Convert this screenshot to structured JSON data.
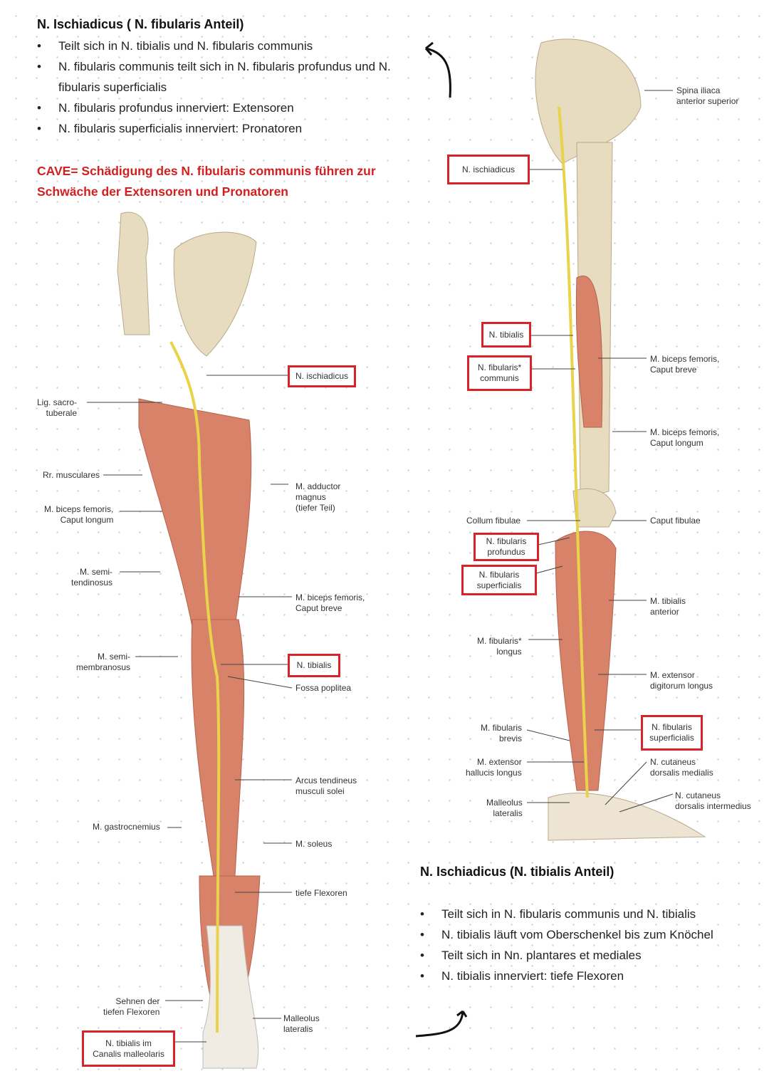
{
  "fibularis_section": {
    "title": "N. Ischiadicus ( N. fibularis Anteil)",
    "bullets": [
      "Teilt sich in N. tibialis und N. fibularis communis",
      "N. fibularis communis teilt sich in N. fibularis profundus und N. fibularis superficialis",
      "N. fibularis profundus innerviert: Extensoren",
      "N. fibularis superficialis innerviert: Pronatoren"
    ],
    "cave": "CAVE= Schädigung des N. fibularis communis führen zur Schwäche der Extensoren und Pronatoren"
  },
  "tibialis_section": {
    "title": "N. Ischiadicus (N. tibialis Anteil)",
    "bullets": [
      "Teilt sich in N. fibularis communis und N. tibialis",
      "N. tibialis läuft vom Oberschenkel bis zum Knöchel",
      "Teilt sich in Nn. plantares et mediales",
      "N. tibialis innerviert: tiefe Flexoren"
    ]
  },
  "left_figure": {
    "labels": {
      "lig_sacro": "Lig. sacro-\ntuberale",
      "rr_musc": "Rr. musculares",
      "biceps_long": "M. biceps femoris,\nCaput longum",
      "semitend": "M. semi-\ntendinosus",
      "semimembr": "M. semi-\nmembranosus",
      "gastro": "M. gastrocnemius",
      "sehnen": "Sehnen der\ntiefen Flexoren",
      "adductor": "M. adductor\nmagnus\n(tiefer Teil)",
      "biceps_brev": "M. biceps femoris,\nCaput breve",
      "fossa": "Fossa poplitea",
      "arcus": "Arcus tendineus\nmusculi solei",
      "soleus": "M. soleus",
      "tiefe_flex": "tiefe Flexoren",
      "malleolus": "Malleolus\nlateralis"
    },
    "boxes": {
      "ischiadicus": "N. ischiadicus",
      "tibialis": "N. tibialis",
      "tibialis_canal": "N. tibialis im\nCanalis malleolaris"
    }
  },
  "right_figure": {
    "labels": {
      "spina": "Spina iliaca\nanterior superior",
      "biceps_brev": "M. biceps femoris,\nCaput breve",
      "biceps_long": "M. biceps femoris,\nCaput longum",
      "collum": "Collum fibulae",
      "caput": "Caput fibulae",
      "tib_ant": "M. tibialis\nanterior",
      "fib_long": "M. fibularis*\nlongus",
      "ext_dig": "M. extensor\ndigitorum longus",
      "fib_brev": "M. fibularis\nbrevis",
      "ext_hall": "M. extensor\nhallucis longus",
      "cut_med": "N. cutaneus\ndorsalis medialis",
      "cut_int": "N. cutaneus\ndorsalis intermedius",
      "malleolus": "Malleolus\nlateralis"
    },
    "boxes": {
      "ischiadicus": "N. ischiadicus",
      "tibialis": "N. tibialis",
      "fib_comm": "N. fibularis*\ncommunis",
      "fib_prof": "N. fibularis\nprofundus",
      "fib_sup": "N. fibularis\nsuperficialis",
      "fib_sup2": "N. fibularis\nsuperficialis"
    }
  },
  "colors": {
    "accent": "#d21f1f",
    "box": "#d8232a",
    "bone": "#e8dcc0",
    "muscle": "#d9826a",
    "nerve": "#e8d34a"
  }
}
